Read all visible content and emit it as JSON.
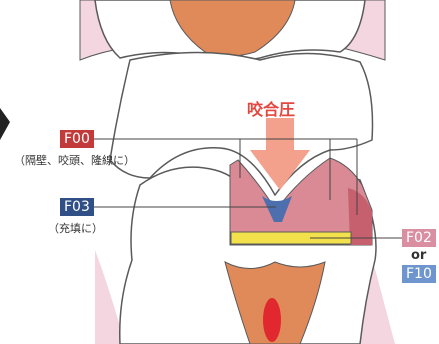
{
  "labels": {
    "pressure": "咬合圧",
    "f00": "F00",
    "f00_note": "（隔壁、咬頭、隆線に）",
    "f03": "F03",
    "f03_note": "（充填に）",
    "f02": "F02",
    "or": "or",
    "f10": "F10"
  },
  "colors": {
    "f00_badge": "#c23a3a",
    "f03_badge": "#2f4f86",
    "f02_badge": "#d98fa1",
    "f10_badge": "#6f95cf",
    "pressure_text": "#e3473f",
    "pressure_arrow": "#f3a08c",
    "tooth_outline": "#5a5a5a",
    "gum_pink": "#f3d6e0",
    "pulp_orange": "#e08a5a",
    "pulp_red": "#e0282e",
    "restoration_pink": "#d98a95",
    "liner_blue": "#4d6fae",
    "base_yellow": "#f2e14a"
  },
  "icons": [
    "pressure-arrow"
  ]
}
